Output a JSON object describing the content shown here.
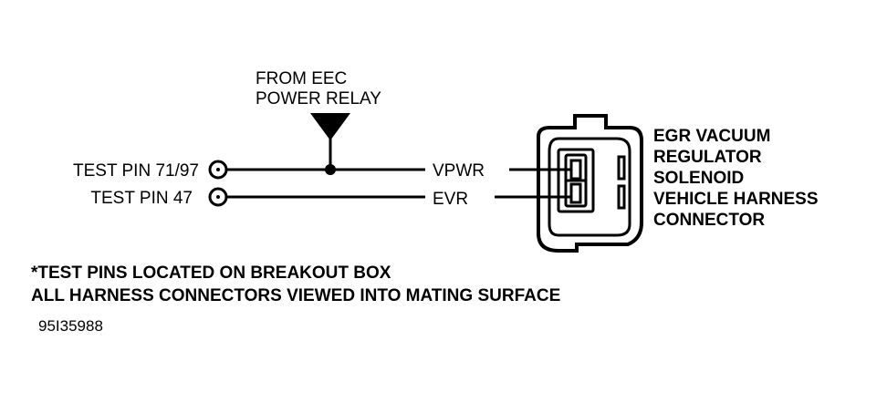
{
  "relay_label": {
    "line1": "FROM EEC",
    "line2": "POWER RELAY"
  },
  "test_pins": [
    {
      "label": "TEST PIN 71/97"
    },
    {
      "label": "TEST PIN 47"
    }
  ],
  "circuits": [
    {
      "label": "VPWR"
    },
    {
      "label": "EVR"
    }
  ],
  "connector_label": [
    "EGR VACUUM",
    "REGULATOR",
    "SOLENOID",
    "VEHICLE HARNESS",
    "CONNECTOR"
  ],
  "notes": [
    "*TEST PINS LOCATED ON BREAKOUT BOX",
    "ALL HARNESS CONNECTORS VIEWED INTO MATING SURFACE"
  ],
  "figure_id": "95I35988",
  "colors": {
    "ink": "#000000",
    "paper": "#ffffff"
  }
}
